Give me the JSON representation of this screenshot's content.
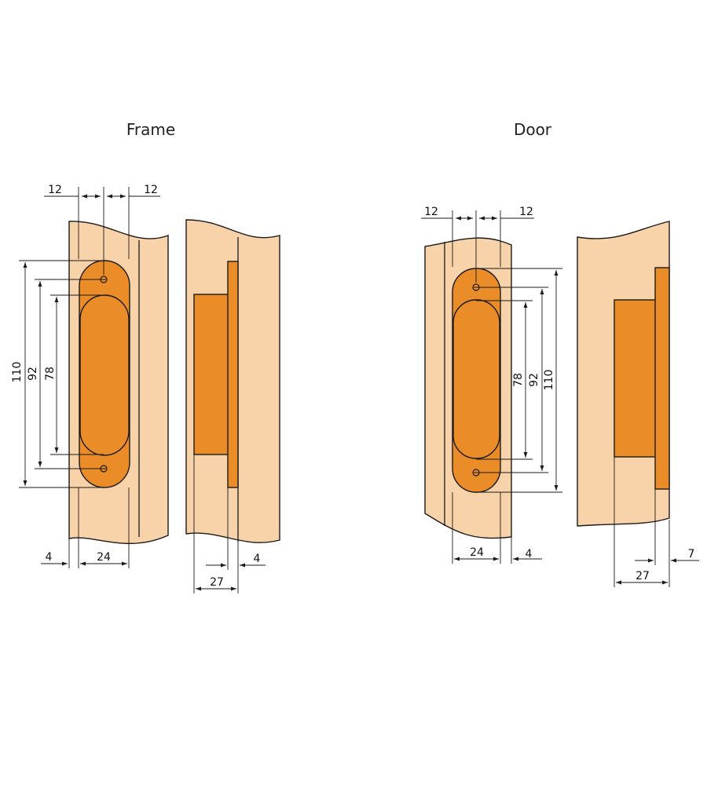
{
  "colors": {
    "wood": "#f8d2a8",
    "hinge": "#ea8c28",
    "line": "#1a1a1a"
  },
  "frame": {
    "title": "Frame",
    "dims": {
      "left12": "12",
      "right12": "12",
      "h110": "110",
      "h92": "92",
      "h78": "78",
      "w4": "4",
      "w24": "24",
      "depth4": "4",
      "depth27": "27"
    }
  },
  "door": {
    "title": "Door",
    "dims": {
      "left12": "12",
      "right12": "12",
      "h78": "78",
      "h92": "92",
      "h110": "110",
      "w24": "24",
      "w4": "4",
      "depth7": "7",
      "depth27": "27"
    }
  }
}
